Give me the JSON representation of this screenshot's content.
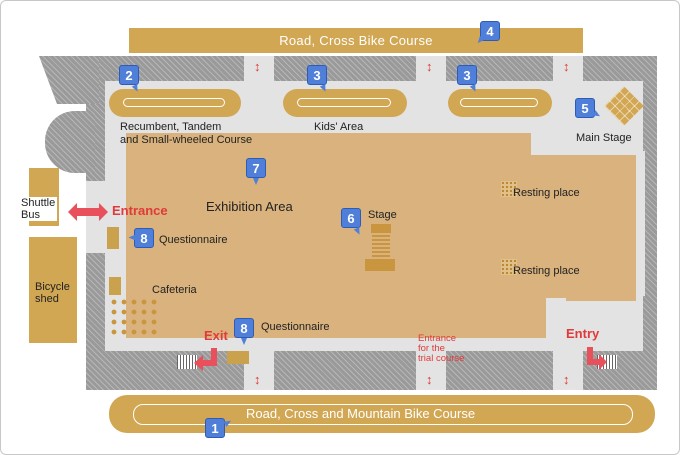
{
  "map": {
    "roads": {
      "top": "Road, Cross Bike Course",
      "bottom": "Road, Cross and Mountain Bike Course"
    },
    "areas": {
      "shuttle_bus": "Shuttle\nBus",
      "bicycle_shed": "Bicycle\nshed",
      "recumbent": "Recumbent, Tandem\nand Small-wheeled Course",
      "kids_area": "Kids' Area",
      "main_stage": "Main Stage",
      "exhibition_area": "Exhibition Area",
      "stage": "Stage",
      "resting_place_1": "Resting place",
      "resting_place_2": "Resting place",
      "cafeteria": "Cafeteria",
      "questionnaire_1": "Questionnaire",
      "questionnaire_2": "Questionnaire",
      "trial_entrance": "Entrance\nfor the\ntrial course"
    },
    "gates": {
      "entrance": "Entrance",
      "exit": "Exit",
      "entry": "Entry"
    },
    "markers": {
      "m1": "1",
      "m2": "2",
      "m3a": "3",
      "m3b": "3",
      "m4": "4",
      "m5": "5",
      "m6": "6",
      "m7": "7",
      "m8a": "8",
      "m8b": "8"
    },
    "arrows": {
      "double_vertical": "↕"
    },
    "colors": {
      "road": "#d2a754",
      "exhibition": "#d9b27d",
      "floor": "#e3e3e3",
      "building": "#9a9a9a",
      "marker": "#4f7fd8",
      "gate_label": "#e03a3a"
    }
  }
}
